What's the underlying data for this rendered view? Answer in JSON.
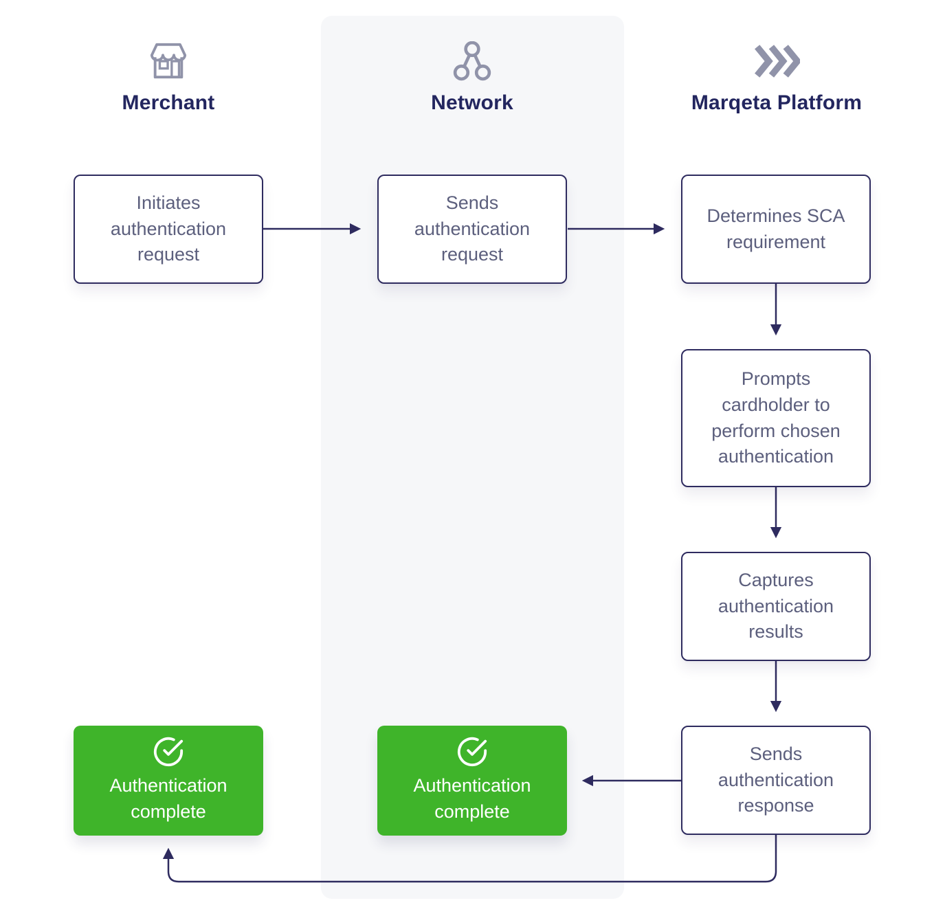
{
  "palette": {
    "navy": "#2e2b5f",
    "header_text": "#23265f",
    "body_text": "#5c5f7d",
    "green": "#3fb42a",
    "band": "#f6f7f9",
    "icon_gray": "#9093a9"
  },
  "headers": {
    "merchant": "Merchant",
    "network": "Network",
    "marqeta": "Marqeta Platform"
  },
  "nodes": {
    "initiates": "Initiates authentication request",
    "sends_request": "Sends authentication request",
    "determines": "Determines SCA requirement",
    "prompts": "Prompts cardholder to perform chosen authentication",
    "captures": "Captures authentication results",
    "sends_response": "Sends authentication response",
    "network_complete": "Authentication complete",
    "merchant_complete": "Authentication complete"
  },
  "icons": {
    "merchant": "storefront-icon",
    "network": "network-nodes-icon",
    "marqeta": "triple-chevron-icon",
    "success": "check-circle-icon"
  }
}
